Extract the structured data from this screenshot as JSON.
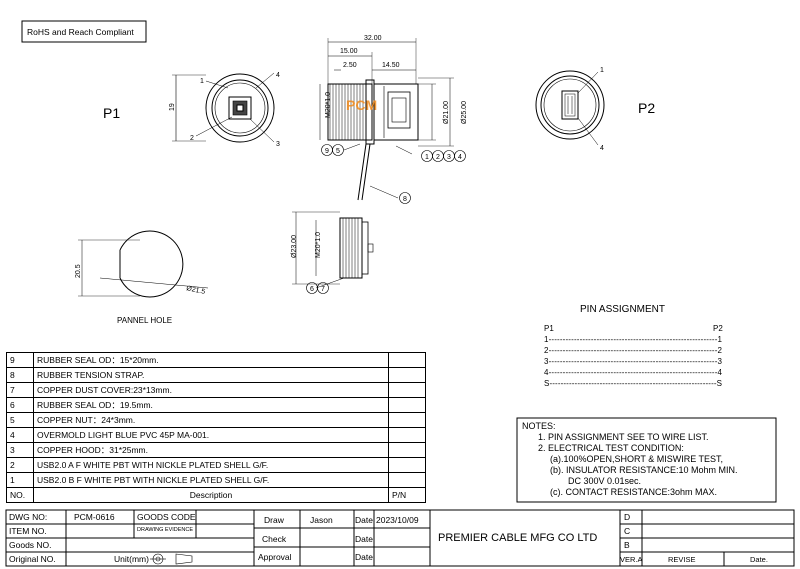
{
  "compliance": "RoHS and Reach Compliant",
  "views": {
    "p1": "P1",
    "p2": "P2"
  },
  "dimensions": {
    "overall_length": "32.00",
    "thread_len": "15.00",
    "flange": "2.50",
    "body": "14.50",
    "p1_height": "19",
    "thread_front": "M20*1.0",
    "dia_21": "Ø21.00",
    "dia_25": "Ø25.00",
    "dia_23": "Ø23.00",
    "thread_back": "M20*1.0",
    "panel_h": "20.5",
    "panel_dia": "Ø21.5"
  },
  "callouts": {
    "p1_1": "1",
    "p1_2": "2",
    "p1_3": "3",
    "p1_4": "4",
    "p2_1": "1",
    "p2_4": "4",
    "c9": "9",
    "c5": "5",
    "c1": "1",
    "c2": "2",
    "c3": "3",
    "c4": "4",
    "c8": "8",
    "c6": "6",
    "c7": "7"
  },
  "watermark": "PCM",
  "panel_hole_label": "PANNEL HOLE",
  "pin_assignment": {
    "title": "PIN  ASSIGNMENT",
    "p1": "P1",
    "p2": "P2",
    "rows": [
      "1------------------------------------------------------------1",
      "2------------------------------------------------------------2",
      "3------------------------------------------------------------3",
      "4------------------------------------------------------------4",
      "S------------------------------------------------------------S"
    ]
  },
  "notes": {
    "title": "NOTES:",
    "lines": [
      "1. PIN ASSIGNMENT SEE TO WIRE LIST.",
      "2. ELECTRICAL TEST CONDITION:",
      "(a).100%OPEN,SHORT & MISWIRE TEST,",
      "(b). INSULATOR RESISTANCE:10 Mohm MIN.",
      "DC 300V 0.01sec.",
      "(c). CONTACT RESISTANCE:3ohm MAX."
    ]
  },
  "bom": [
    {
      "no": "9",
      "desc": "RUBBER  SEAL OD：15*20mm."
    },
    {
      "no": "8",
      "desc": "RUBBER  TENSION STRAP."
    },
    {
      "no": "7",
      "desc": "COPPER DUST COVER:23*13mm."
    },
    {
      "no": "6",
      "desc": "RUBBER  SEAL OD：19.5mm."
    },
    {
      "no": "5",
      "desc": "COPPER NUT：24*3mm."
    },
    {
      "no": "4",
      "desc": "OVERMOLD LIGHT BLUE PVC 45P MA-001."
    },
    {
      "no": "3",
      "desc": "COPPER HOOD：31*25mm."
    },
    {
      "no": "2",
      "desc": "USB2.0 A F WHITE PBT WITH NICKLE  PLATED SHELL G/F."
    },
    {
      "no": "1",
      "desc": "USB2.0 B F WHITE PBT WITH NICKLE  PLATED SHELL G/F."
    }
  ],
  "bom_header": {
    "no": "NO.",
    "desc": "Description",
    "pn": "P/N"
  },
  "title_block": {
    "dwg_no_label": "DWG NO:",
    "dwg_no": "PCM-0616",
    "goods_code_label": "GOODS CODE",
    "item_no_label": "ITEM NO.",
    "drawing_evidence": "DRAWING EVIDENCE",
    "goods_no_label": "Goods NO.",
    "original_no_label": "Original NO.",
    "unit_label": "Unit(mm)",
    "draw_label": "Draw",
    "draw_name": "Jason",
    "check_label": "Check",
    "approval_label": "Approval",
    "date_label": "Date",
    "date_value": "2023/10/09",
    "company": "PREMIER CABLE MFG CO LTD",
    "rev_d": "D",
    "rev_c": "C",
    "rev_b": "B",
    "ver": "VER.A",
    "revise": "REVISE",
    "date2": "Date."
  },
  "colors": {
    "watermark": "#f08a1c",
    "line": "#000000"
  }
}
